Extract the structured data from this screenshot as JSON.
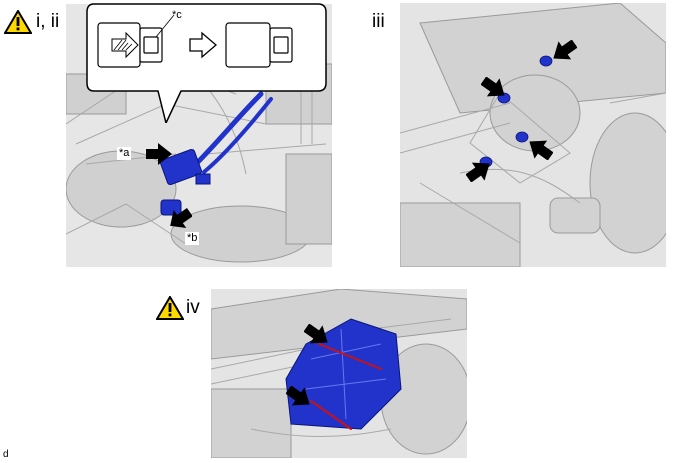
{
  "steps": {
    "step_1": {
      "label": "i, ii"
    },
    "step_2": {
      "label": "iii"
    },
    "step_3": {
      "label": "iv"
    }
  },
  "callouts": {
    "a": "*a",
    "b": "*b",
    "c": "*c"
  },
  "footer_code": "d",
  "colors": {
    "highlight_blue": "#2233cc",
    "warning_yellow": "#ffd800",
    "engine_gray": "#d9d9d9",
    "bolt_red": "#cc1111"
  },
  "icons": {
    "warning": "warning-triangle-icon",
    "arrow": "black-callout-arrow-icon",
    "direction": "hollow-right-arrow-icon",
    "push": "hatched-push-arrow-icon"
  }
}
